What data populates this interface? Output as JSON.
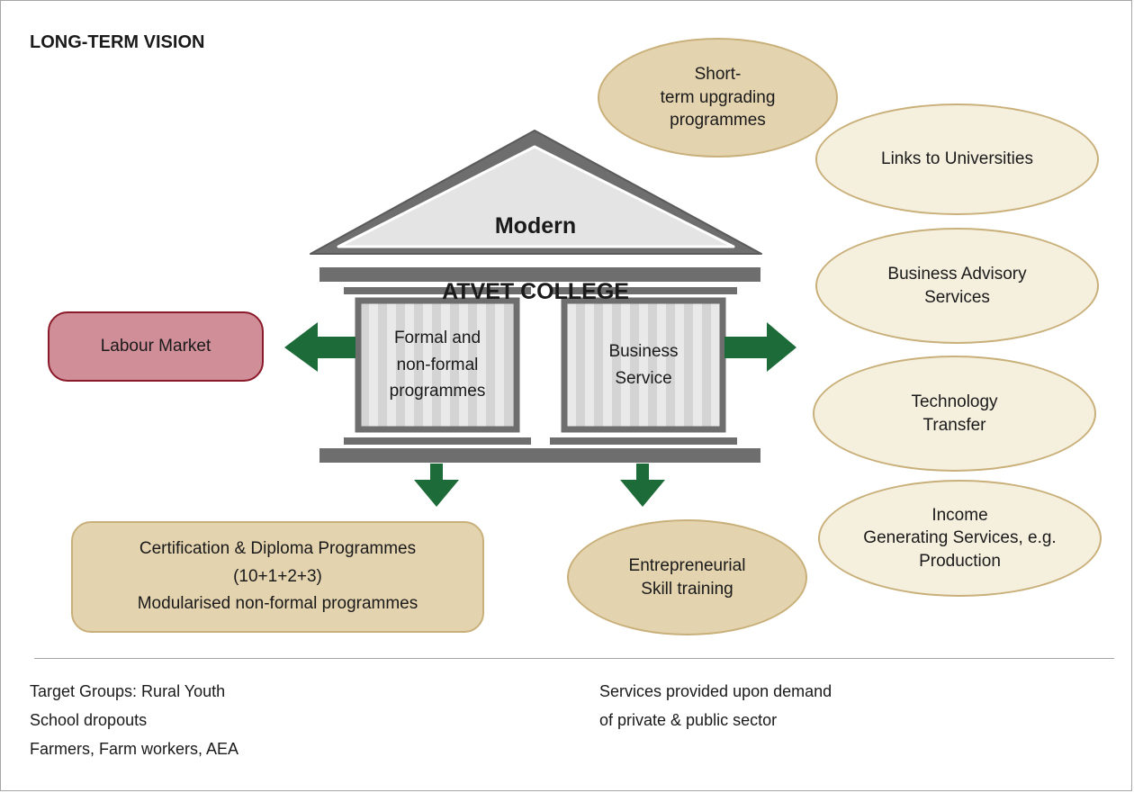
{
  "title": "LONG-TERM VISION",
  "building": {
    "title_line1": "Modern",
    "title_line2": "ATVET COLLEGE",
    "left_column": "Formal and\nnon-formal\nprogrammes",
    "right_column": "Business\nService"
  },
  "labour_market": "Labour Market",
  "certification": "Certification & Diploma Programmes\n(10+1+2+3)\nModularised non-formal programmes",
  "entrepreneurial": "Entrepreneurial\nSkill training",
  "services": {
    "short_term": "Short-\nterm upgrading\nprogrammes",
    "universities": "Links to Universities",
    "business_advisory": "Business Advisory\nServices",
    "technology": "Technology\nTransfer",
    "income": "Income\nGenerating Services, e.g.\nProduction"
  },
  "footer": {
    "left": [
      "Target Groups: Rural Youth",
      "School dropouts",
      "Farmers, Farm workers, AEA"
    ],
    "right": [
      "Services provided upon demand",
      "of private & public sector"
    ]
  },
  "colors": {
    "arrow": "#1e6b3a",
    "tan": "#e3d3af",
    "light_tan": "#f5efde",
    "labour": "#cf8e98",
    "building_gray": "#6e6e6e"
  }
}
